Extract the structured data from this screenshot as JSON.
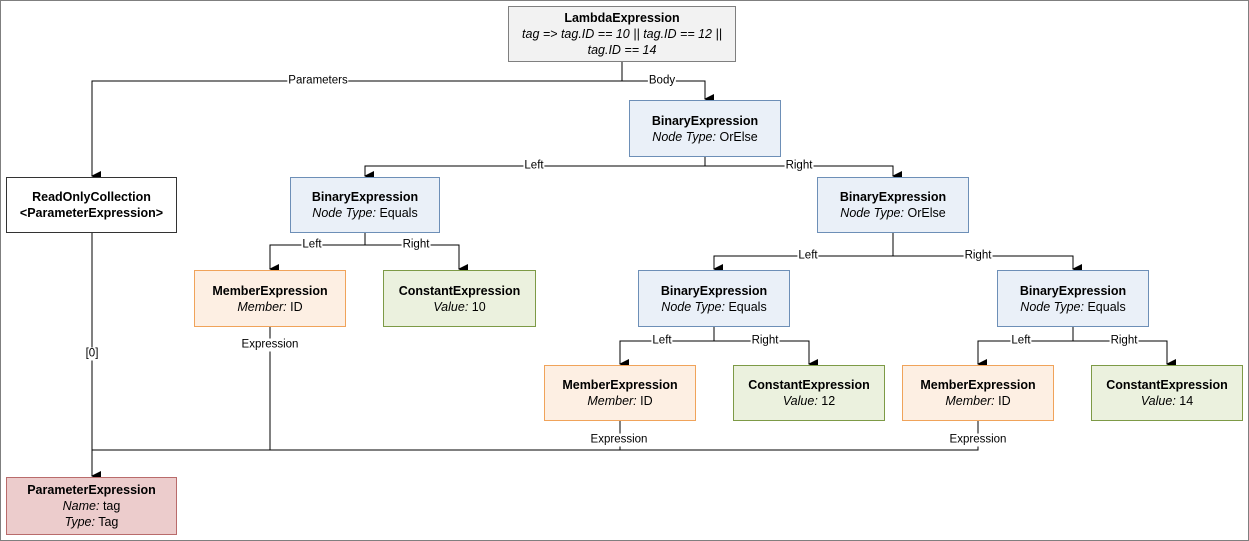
{
  "nodes": {
    "lambda": {
      "title": "LambdaExpression",
      "expr_line1": "tag => tag.ID == 10 || tag.ID == 12 ||",
      "expr_line2": "tag.ID == 14"
    },
    "collection": {
      "title_line1": "ReadOnlyCollection",
      "title_line2": "<ParameterExpression>"
    },
    "param": {
      "title": "ParameterExpression",
      "name_label": "Name:",
      "name_value": " tag",
      "type_label": "Type:",
      "type_value": " Tag"
    },
    "binary_root": {
      "title": "BinaryExpression",
      "label": "Node Type:",
      "value": " OrElse"
    },
    "binary_left": {
      "title": "BinaryExpression",
      "label": "Node Type:",
      "value": " Equals"
    },
    "binary_right": {
      "title": "BinaryExpression",
      "label": "Node Type:",
      "value": " OrElse"
    },
    "binary_rl": {
      "title": "BinaryExpression",
      "label": "Node Type:",
      "value": " Equals"
    },
    "binary_rr": {
      "title": "BinaryExpression",
      "label": "Node Type:",
      "value": " Equals"
    },
    "member1": {
      "title": "MemberExpression",
      "label": "Member:",
      "value": " ID"
    },
    "member2": {
      "title": "MemberExpression",
      "label": "Member:",
      "value": " ID"
    },
    "member3": {
      "title": "MemberExpression",
      "label": "Member:",
      "value": " ID"
    },
    "const1": {
      "title": "ConstantExpression",
      "label": "Value:",
      "value": " 10"
    },
    "const2": {
      "title": "ConstantExpression",
      "label": "Value:",
      "value": " 12"
    },
    "const3": {
      "title": "ConstantExpression",
      "label": "Value:",
      "value": " 14"
    }
  },
  "edge_labels": {
    "parameters": "Parameters",
    "body": "Body",
    "left_root": "Left",
    "right_root": "Right",
    "left_eq": "Left",
    "right_eq": "Right",
    "left_or": "Left",
    "right_or": "Right",
    "left_rl": "Left",
    "right_rl": "Right",
    "left_rr": "Left",
    "right_rr": "Right",
    "index0": "[0]",
    "expr1": "Expression",
    "expr2": "Expression",
    "expr3": "Expression"
  },
  "colors": {
    "lambda": "#f2f2f2",
    "binary": "#eaf0f8",
    "member": "#fdefe3",
    "constant": "#ebf1de",
    "parameter": "#eccccc",
    "line": "#000000"
  }
}
